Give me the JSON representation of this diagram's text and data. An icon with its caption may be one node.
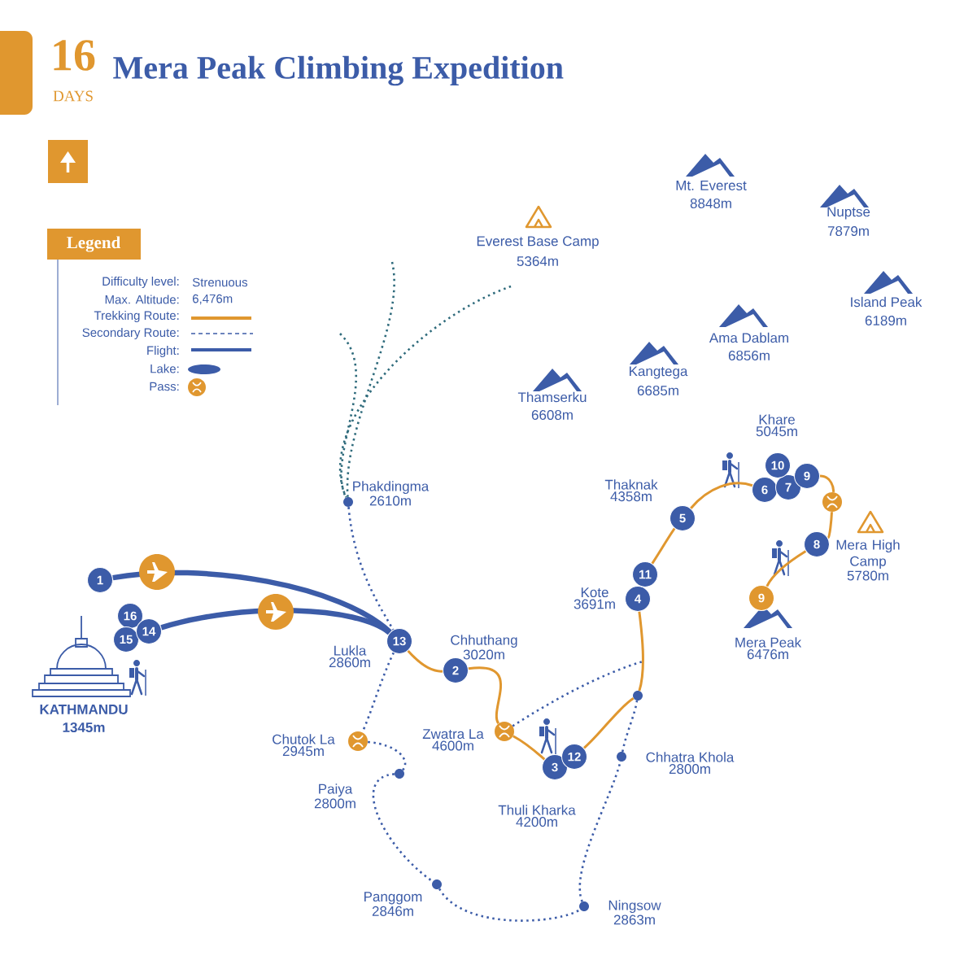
{
  "diagram": {
    "title": "Mera Peak Climbing Expedition",
    "nodes": [
      {
        "text": [
          "1"
        ]
      },
      {
        "text": [
          "16"
        ]
      },
      {
        "text": [
          "15"
        ]
      },
      {
        "text": [
          "14"
        ]
      },
      {
        "text": [
          "13"
        ],
        "beside": [
          "Lukla",
          "2860m"
        ]
      },
      {
        "text": [
          "2"
        ],
        "beside": [
          "Chhuthang",
          "3020m"
        ]
      },
      {
        "text": [
          "3"
        ],
        "beside": [
          "Thuli Kharka",
          "4200m"
        ]
      },
      {
        "text": [
          "12"
        ]
      },
      {
        "text": [
          "4"
        ],
        "beside": [
          "Kote",
          "3691m"
        ]
      },
      {
        "text": [
          "11"
        ]
      },
      {
        "text": [
          "5"
        ],
        "beside": [
          "Thaknak",
          "4358m"
        ]
      },
      {
        "text": [
          "6"
        ]
      },
      {
        "text": [
          "7"
        ]
      },
      {
        "text": [
          "10"
        ],
        "beside": [
          "Khare",
          "5045m"
        ]
      },
      {
        "text": [
          "9"
        ]
      },
      {
        "text": [
          "8"
        ],
        "beside": [
          "Mera High Camp",
          "5780m"
        ]
      },
      {
        "text": [
          "9"
        ],
        "beside": [
          "Mera Peak",
          "6476m"
        ]
      },
      {
        "text": [],
        "shape": "circle",
        "beside": [
          "Phakdingma",
          "2610m"
        ]
      },
      {
        "text": [],
        "shape": "circle",
        "beside": [
          "Chutok La",
          "2945m"
        ]
      },
      {
        "text": [],
        "shape": "circle",
        "beside": [
          "Zwatra La",
          "4600m"
        ]
      },
      {
        "text": [],
        "shape": "circle"
      },
      {
        "text": [],
        "shape": "circle",
        "beside": [
          "Paiya",
          "2800m"
        ]
      },
      {
        "text": [],
        "shape": "circle",
        "beside": [
          "Panggom",
          "2846m"
        ]
      },
      {
        "text": [],
        "shape": "circle",
        "beside": [
          "Ningsow",
          "2863m"
        ]
      },
      {
        "text": [],
        "shape": "circle",
        "beside": [
          "Chhatra Khola",
          "2800m"
        ]
      },
      {
        "text": [],
        "shape": "circle"
      }
    ],
    "edges": [
      {
        "from": 0,
        "to": 4,
        "arrow": "none",
        "style": "thick",
        "color": "#3c5ca8"
      },
      {
        "from": 3,
        "to": 4,
        "arrow": "none",
        "style": "thick",
        "color": "#3c5ca8"
      },
      {
        "from": 4,
        "to": 5,
        "arrow": "none",
        "color": "#e0972f"
      },
      {
        "from": 5,
        "to": 19,
        "arrow": "none",
        "color": "#e0972f"
      },
      {
        "from": 19,
        "to": 6,
        "arrow": "none",
        "color": "#e0972f"
      },
      {
        "from": 7,
        "to": 25,
        "arrow": "none",
        "color": "#e0972f"
      },
      {
        "from": 25,
        "to": 8,
        "arrow": "none",
        "color": "#e0972f"
      },
      {
        "from": 9,
        "to": 10,
        "arrow": "none",
        "color": "#e0972f"
      },
      {
        "from": 10,
        "to": 11,
        "arrow": "none",
        "color": "#e0972f"
      },
      {
        "from": 14,
        "to": 20,
        "arrow": "none",
        "color": "#e0972f"
      },
      {
        "from": 20,
        "to": 15,
        "arrow": "none",
        "color": "#e0972f"
      },
      {
        "from": 15,
        "to": 16,
        "arrow": "none",
        "color": "#e0972f"
      },
      {
        "from": null,
        "to": 17,
        "arrow": "none",
        "style": "dashed",
        "color": "#2f6b7c"
      },
      {
        "from": null,
        "to": 17,
        "arrow": "none",
        "style": "dashed",
        "color": "#2f6b7c"
      },
      {
        "from": null,
        "to": 17,
        "arrow": "none",
        "style": "dashed",
        "color": "#2f6b7c"
      },
      {
        "from": 17,
        "to": 4,
        "arrow": "none",
        "style": "dashed",
        "color": "#3c5ca8"
      },
      {
        "from": 4,
        "to": 18,
        "arrow": "none",
        "style": "dashed",
        "color": "#3c5ca8"
      },
      {
        "from": 18,
        "to": 21,
        "arrow": "none",
        "style": "dashed",
        "color": "#3c5ca8"
      },
      {
        "from": 21,
        "to": 22,
        "arrow": "none",
        "style": "dashed",
        "color": "#3c5ca8"
      },
      {
        "from": 22,
        "to": 23,
        "arrow": "none",
        "style": "dashed",
        "color": "#3c5ca8"
      },
      {
        "from": 23,
        "to": 24,
        "arrow": "none",
        "style": "dashed",
        "color": "#3c5ca8"
      },
      {
        "from": 24,
        "to": 25,
        "arrow": "none",
        "style": "dashed",
        "color": "#3c5ca8"
      },
      {
        "from": 19,
        "to": null,
        "arrow": "none",
        "style": "dashed",
        "color": "#3c5ca8"
      }
    ],
    "labels": [
      "16",
      "DAYS",
      "Mt. Everest",
      "8848m",
      "Nuptse",
      "7879m",
      "Everest Base Camp",
      "5364m",
      "Legend",
      "Difficulty level:",
      "Strenuous",
      "Max. Altitude:",
      "6,476m",
      "Island Peak",
      "6189m",
      "Ama Dablam",
      "6856m",
      "Kangtega",
      "6685m",
      "Thamserku",
      "6608m",
      "KATHMANDU",
      "1345m"
    ],
    "legend": [
      {
        "text": "Trekking Route:"
      },
      {
        "text": "Secondary Route:"
      },
      {
        "text": "Flight:"
      },
      {
        "text": "Lake:"
      },
      {
        "text": "Pass:"
      }
    ]
  }
}
